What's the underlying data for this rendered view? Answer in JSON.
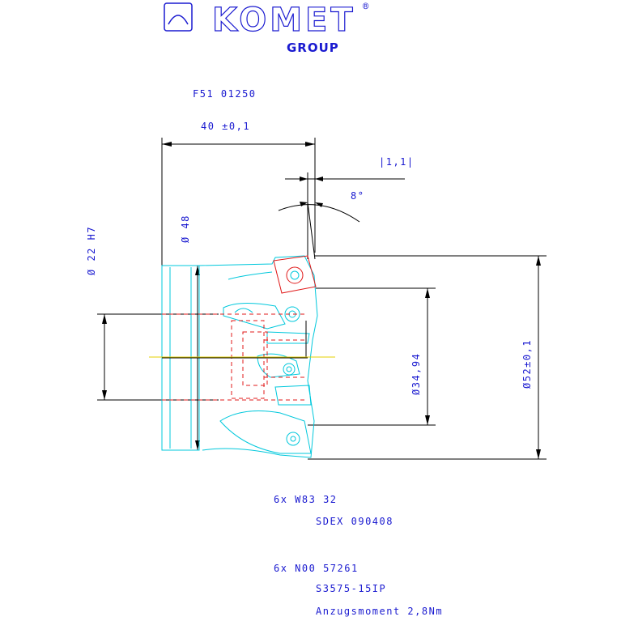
{
  "logo": {
    "brand": "KOMET",
    "group": "GROUP",
    "registered": "®"
  },
  "part_number": "F51 01250",
  "dimensions": {
    "length": "40 ±0,1",
    "bore": "Ø 22 H7",
    "hub": "Ø 48",
    "angle": "8°",
    "tolerance_frame": "|1,1|",
    "inner_dia": "Ø34,94",
    "outer_dia": "Ø52±0,1"
  },
  "notes": {
    "inserts_count": "6x W83 32",
    "inserts_type": "SDEX 090408",
    "screws_count": "6x N00 57261",
    "screws_type": "S3575-15IP",
    "torque": "Anzugsmoment 2,8Nm"
  },
  "colors": {
    "text": "#1a1ad0",
    "outline": "#00c8dc",
    "insert": "#e01818",
    "centerline": "#e6d200"
  }
}
